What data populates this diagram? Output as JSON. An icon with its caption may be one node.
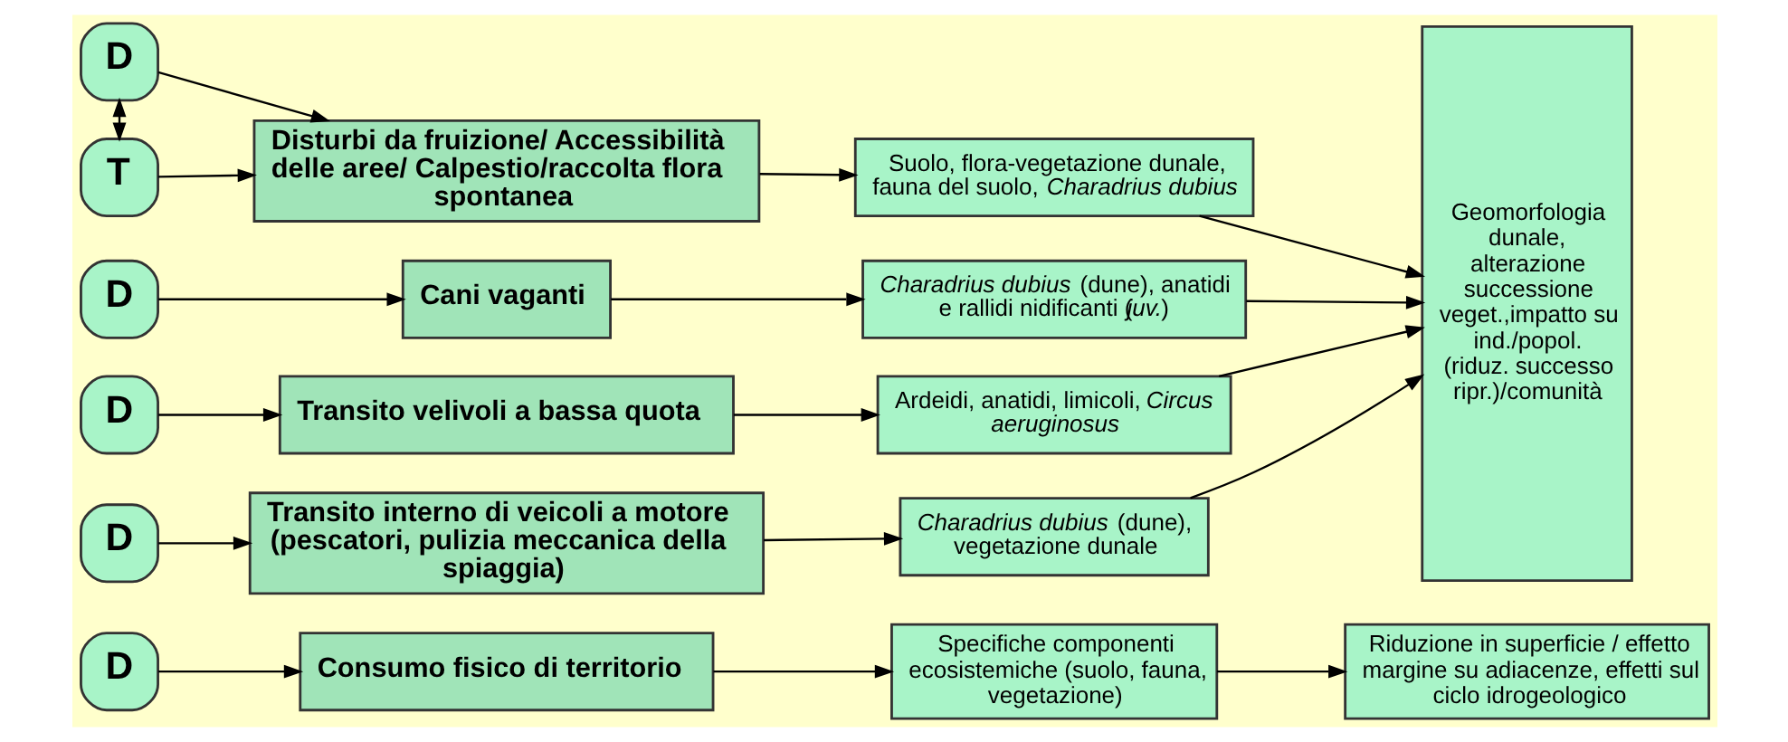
{
  "diagram": {
    "nodes": [
      {
        "text": [
          "D"
        ]
      },
      {
        "text": [
          "Consumo fisico di territorio"
        ]
      },
      {
        "text": [
          "Specifiche componenti ecosistemiche (suolo, fauna, vegetazione)"
        ]
      },
      {
        "text": [
          "Riduzione in superficie / effetto margine su adiacenze, effetti sul ciclo idrogeologico"
        ]
      },
      {
        "text": [
          "D"
        ]
      },
      {
        "text": [
          "T"
        ]
      },
      {
        "text": [
          "Disturbi da fruizione/ Accessibilità delle aree/ Calpestio/raccolta flora spontanea"
        ]
      },
      {
        "text": [
          "Suolo, flora-vegetazione dunale, fauna del suolo, *Charadrius dubius*"
        ]
      },
      {
        "text": [
          "D"
        ]
      },
      {
        "text": [
          "Cani vaganti"
        ]
      },
      {
        "text": [
          "*Charadrius dubius* (dune), anatidi e rallidi nidificanti (*juv.*)"
        ]
      },
      {
        "text": [
          "D"
        ]
      },
      {
        "text": [
          "Transito velivoli a bassa quota"
        ]
      },
      {
        "text": [
          "Ardeidi, anatidi, limicoli, *Circus aeruginosus*"
        ]
      },
      {
        "text": [
          "D"
        ]
      },
      {
        "text": [
          "Transito interno di veicoli a motore (pescatori, pulizia meccanica della spiaggia)"
        ]
      },
      {
        "text": [
          "*Charadrius dubius* (dune), vegetazione dunale"
        ]
      },
      {
        "text": [
          "Geomorfologia dunale, alterazione successione veget.,impatto su ind./popol. (riduz. successo ripr.)/comunità"
        ]
      }
    ],
    "edges": [
      {
        "from": 0,
        "to": 1,
        "arrow": "to"
      },
      {
        "from": 1,
        "to": 2,
        "arrow": "to"
      },
      {
        "from": 2,
        "to": 3,
        "arrow": "to"
      },
      {
        "from": 4,
        "to": 5,
        "arrow": "both"
      },
      {
        "from": 4,
        "to": 6,
        "arrow": "to"
      },
      {
        "from": 5,
        "to": 6,
        "arrow": "to"
      },
      {
        "from": 6,
        "to": 7,
        "arrow": "to"
      },
      {
        "from": 7,
        "to": 17,
        "arrow": "to"
      },
      {
        "from": 8,
        "to": 9,
        "arrow": "to"
      },
      {
        "from": 9,
        "to": 10,
        "arrow": "to"
      },
      {
        "from": 10,
        "to": 17,
        "arrow": "to"
      },
      {
        "from": 11,
        "to": 12,
        "arrow": "to"
      },
      {
        "from": 12,
        "to": 13,
        "arrow": "to"
      },
      {
        "from": 13,
        "to": 17,
        "arrow": "to"
      },
      {
        "from": 14,
        "to": 15,
        "arrow": "to"
      },
      {
        "from": 15,
        "to": 16,
        "arrow": "to"
      },
      {
        "from": 16,
        "to": 17,
        "arrow": "to"
      }
    ]
  }
}
